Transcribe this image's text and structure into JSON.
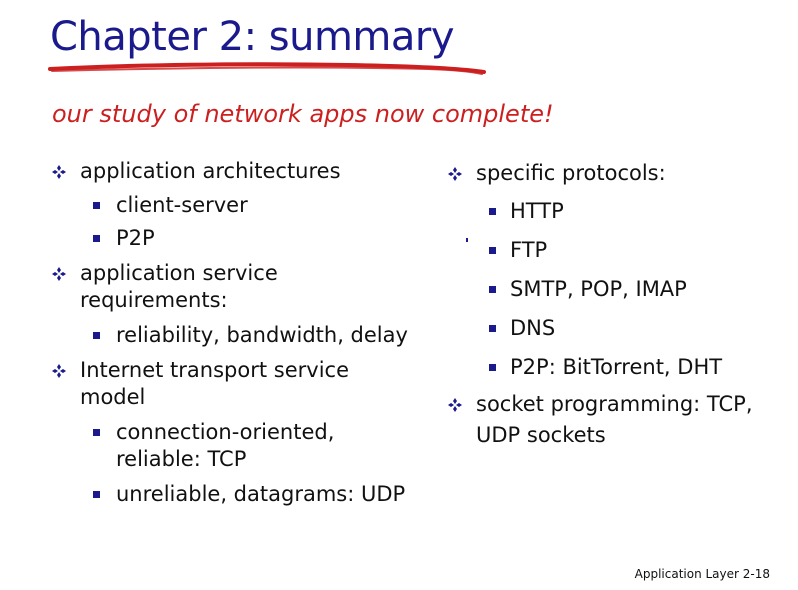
{
  "slide": {
    "title": "Chapter 2: summary",
    "subtitle": "our study of network apps now complete!",
    "left_column": {
      "architectures": {
        "label": "application architectures",
        "items": [
          "client-server",
          "P2P"
        ]
      },
      "requirements": {
        "label_line1": "application service",
        "label_line2": "requirements:",
        "items": [
          "reliability, bandwidth, delay"
        ]
      },
      "transport": {
        "label_line1": "Internet transport service",
        "label_line2": "model",
        "items": [
          {
            "line1": "connection-oriented,",
            "line2": "reliable: TCP"
          },
          {
            "line1": "unreliable, datagrams: UDP"
          }
        ]
      }
    },
    "right_column": {
      "protocols": {
        "label": "specific protocols:",
        "items": [
          "HTTP",
          "FTP",
          "SMTP, POP, IMAP",
          "DNS",
          "P2P: BitTorrent, DHT"
        ]
      },
      "sockets": {
        "label_line1": "socket programming: TCP,",
        "label_line2": "UDP sockets"
      }
    },
    "footer": "Application Layer 2-18"
  },
  "colors": {
    "title": "#1a1a8c",
    "underline": "#cc1f1f",
    "subtitle": "#cc1f1f",
    "bullet_diamond": "#1a1a8c",
    "bullet_square": "#1a1a8c",
    "text": "#111111"
  },
  "icons": {
    "level1_bullet": "four-diamond-bullet-icon",
    "level2_bullet": "square-bullet-icon"
  }
}
